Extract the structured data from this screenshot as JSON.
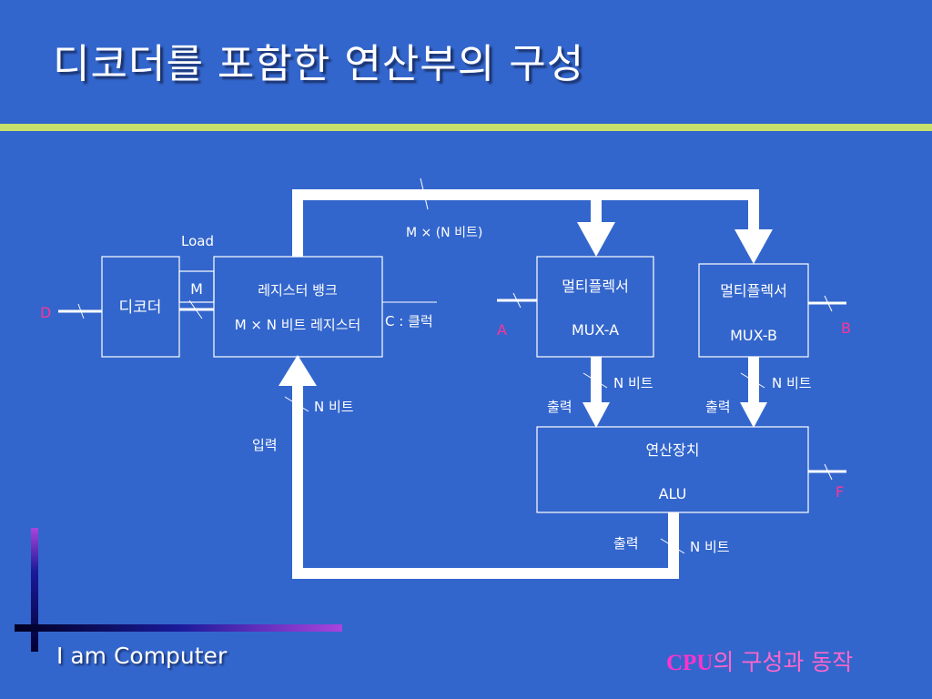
{
  "title": "디코더를 포함한 연산부의 구성",
  "diagram": {
    "decoder_label": "디코더",
    "load_label": "Load",
    "m_label": "M",
    "d_label": "D",
    "regbank_line1": "레지스터 뱅크",
    "regbank_line2": "M × N 비트 레지스터",
    "clock_label": "C : 클럭",
    "bus_width_label": "M × (N 비트)",
    "mux_a_line1": "멀티플렉서",
    "mux_a_line2": "MUX-A",
    "mux_b_line1": "멀티플렉서",
    "mux_b_line2": "MUX-B",
    "a_label": "A",
    "b_label": "B",
    "nbit_label": "N 비트",
    "output_label": "출력",
    "input_label": "입력",
    "alu_line1": "연산장치",
    "alu_line2": "ALU",
    "f_label": "F"
  },
  "footer": {
    "left_text": "I am Computer",
    "right_cpu": "CPU",
    "right_rest": "의 구성과 동작"
  },
  "colors": {
    "background": "#3366cc",
    "rule": "#c6e06a",
    "signal_label": "#ff3399",
    "footer_accent": "#ff33cc"
  }
}
